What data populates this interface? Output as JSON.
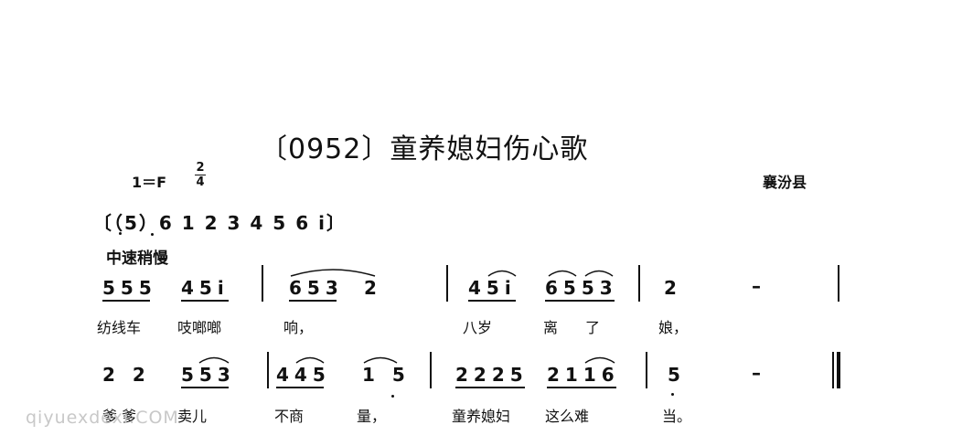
{
  "title": "〔0952〕童养媳妇伤心歌",
  "key": "1＝F",
  "time_signature": {
    "top": "2",
    "bottom": "4"
  },
  "region": "襄汾县",
  "intro": "〔（5）6 1 2 3 4 5 6 i〕",
  "tempo": "中速稍慢",
  "line1": {
    "notes": [
      "555",
      "45i",
      "653",
      "2",
      "45i",
      "6553",
      "2",
      "–"
    ],
    "lyrics": [
      "纺线车",
      "吱啷啷",
      "响，",
      "八岁",
      "离",
      "了",
      "娘，"
    ]
  },
  "line2": {
    "notes": [
      "2 2",
      "553",
      "445",
      "1 5",
      "2225",
      "2116",
      "5",
      "–"
    ],
    "lyrics": [
      "爹 爹",
      "卖儿",
      "不商",
      "量，",
      "童养媳妇",
      "这么难",
      "当。"
    ]
  },
  "watermark": "qiyuexdexi.COM"
}
